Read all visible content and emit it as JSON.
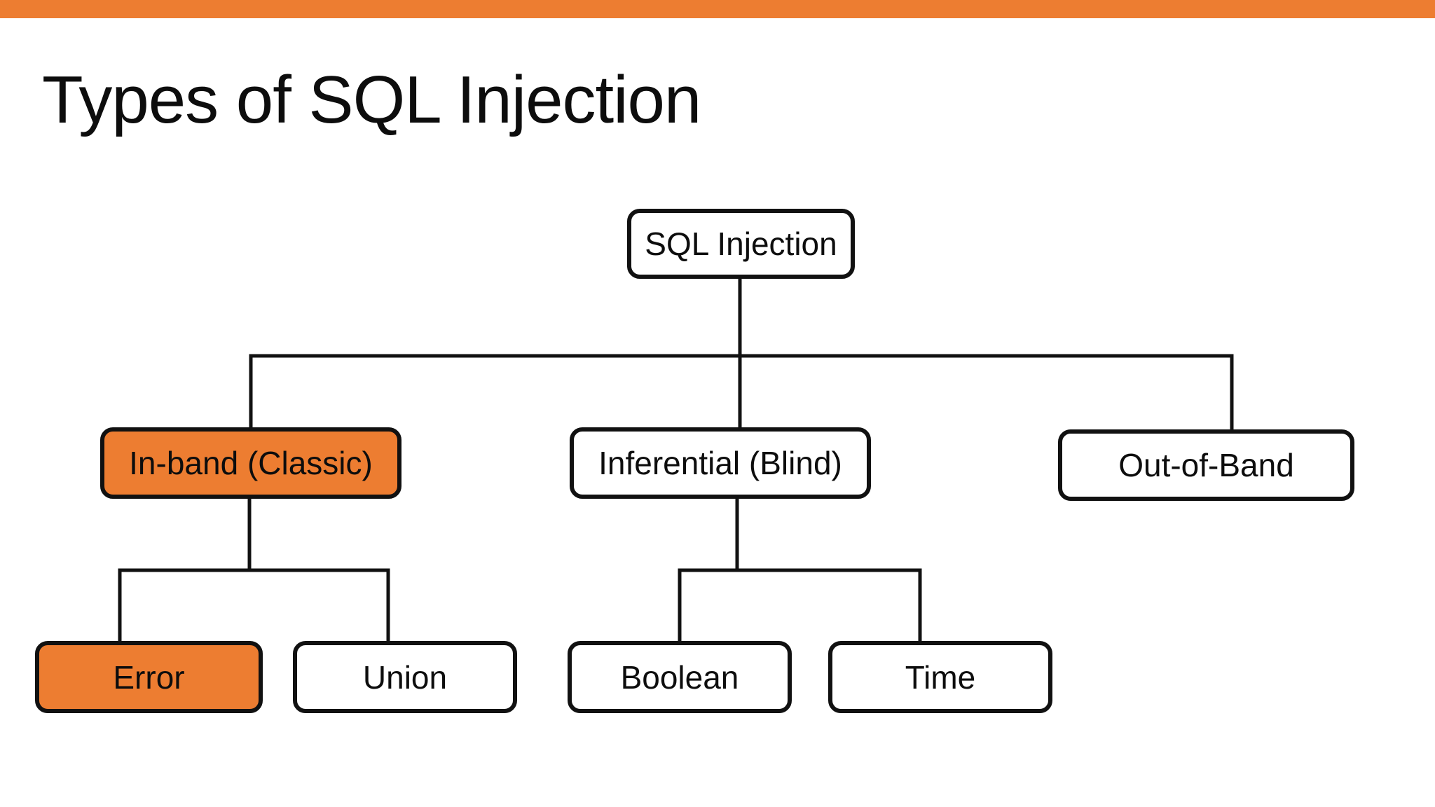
{
  "slide": {
    "title": "Types of SQL Injection"
  },
  "colors": {
    "accent": "#ED7D31",
    "node_fill": "#FFFFFF",
    "node_border": "#111111",
    "connector": "#111111",
    "title_text": "#0D0D0D",
    "background": "#FFFFFF"
  },
  "diagram": {
    "type": "tree",
    "nodes": {
      "root": {
        "label": "SQL Injection",
        "highlighted": false
      },
      "inband": {
        "label": "In-band (Classic)",
        "highlighted": true
      },
      "inferential": {
        "label": "Inferential (Blind)",
        "highlighted": false
      },
      "outofband": {
        "label": "Out-of-Band",
        "highlighted": false
      },
      "error": {
        "label": "Error",
        "highlighted": true
      },
      "union": {
        "label": "Union",
        "highlighted": false
      },
      "boolean": {
        "label": "Boolean",
        "highlighted": false
      },
      "time": {
        "label": "Time",
        "highlighted": false
      }
    },
    "edges": [
      [
        "SQL Injection",
        "In-band (Classic)"
      ],
      [
        "SQL Injection",
        "Inferential (Blind)"
      ],
      [
        "SQL Injection",
        "Out-of-Band"
      ],
      [
        "In-band (Classic)",
        "Error"
      ],
      [
        "In-band (Classic)",
        "Union"
      ],
      [
        "Inferential (Blind)",
        "Boolean"
      ],
      [
        "Inferential (Blind)",
        "Time"
      ]
    ]
  }
}
